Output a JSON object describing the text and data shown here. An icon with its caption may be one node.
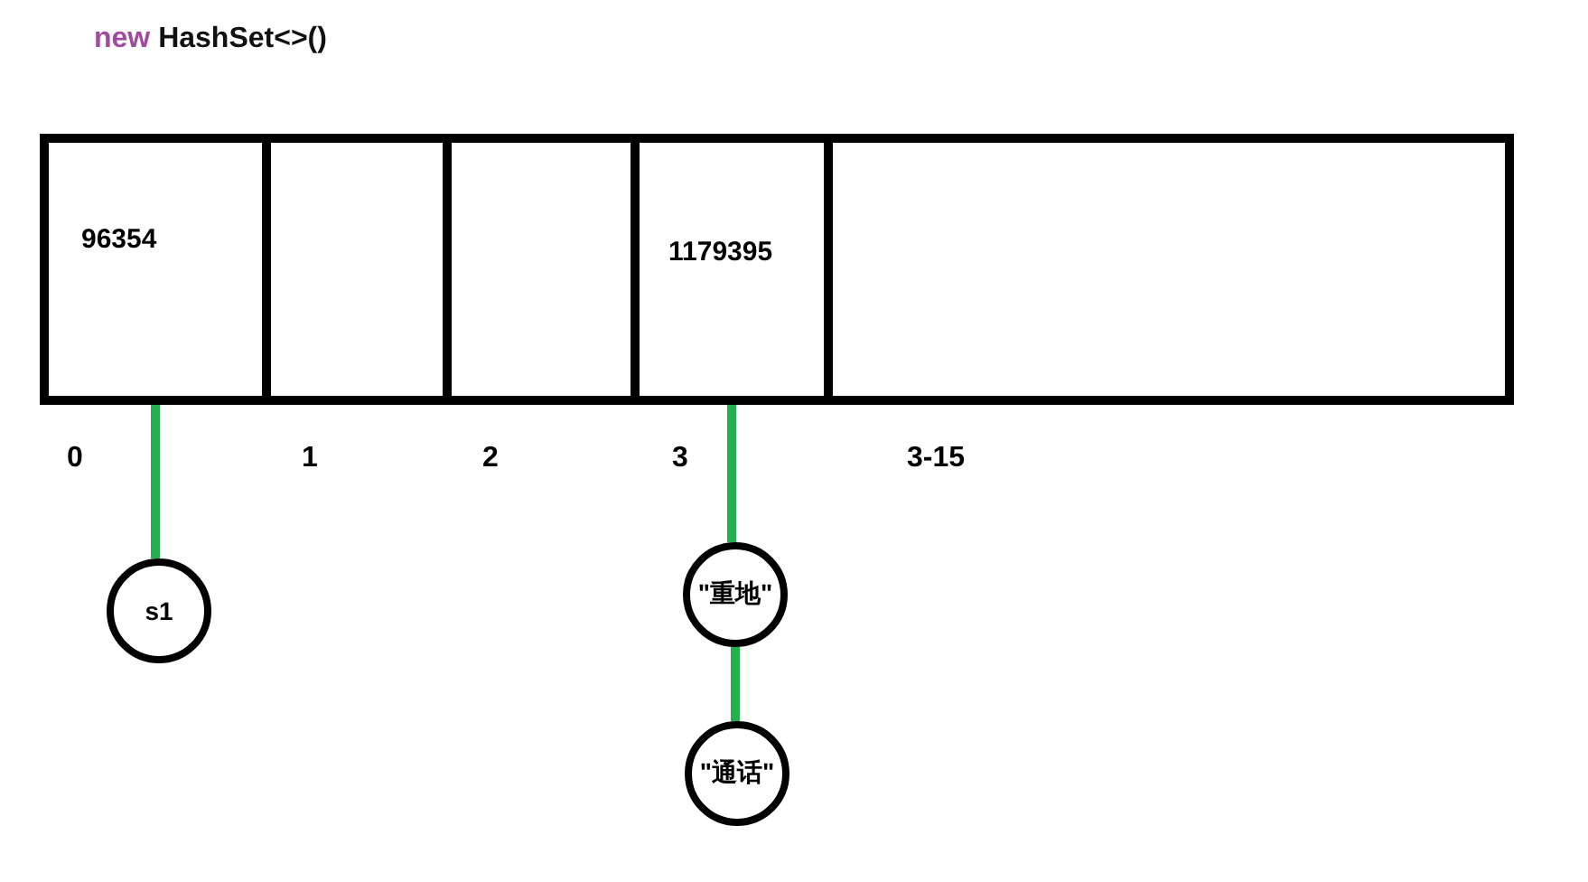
{
  "diagram": {
    "title": "new HashSet<>()",
    "nodes": [
      {
        "text": [],
        "shape": "box"
      },
      {
        "text": [
          "96354"
        ],
        "in": 0
      },
      {
        "text": [],
        "shape": "box",
        "in": 0
      },
      {
        "text": [],
        "shape": "box",
        "in": 0
      },
      {
        "text": [
          "1179395"
        ],
        "in": 0
      },
      {
        "text": [],
        "shape": "box",
        "in": 0
      },
      {
        "text": [
          "s1"
        ]
      },
      {
        "text": [
          "\"重地\""
        ]
      },
      {
        "text": [
          "\"通话\""
        ]
      }
    ],
    "edges": [
      {
        "from": 1,
        "to": 6,
        "arrow": "none"
      },
      {
        "from": 4,
        "to": 7,
        "arrow": "none"
      },
      {
        "from": 7,
        "to": 8,
        "arrow": "none"
      }
    ],
    "labels": [
      "0",
      "1",
      "2",
      "3",
      "3-15"
    ]
  }
}
